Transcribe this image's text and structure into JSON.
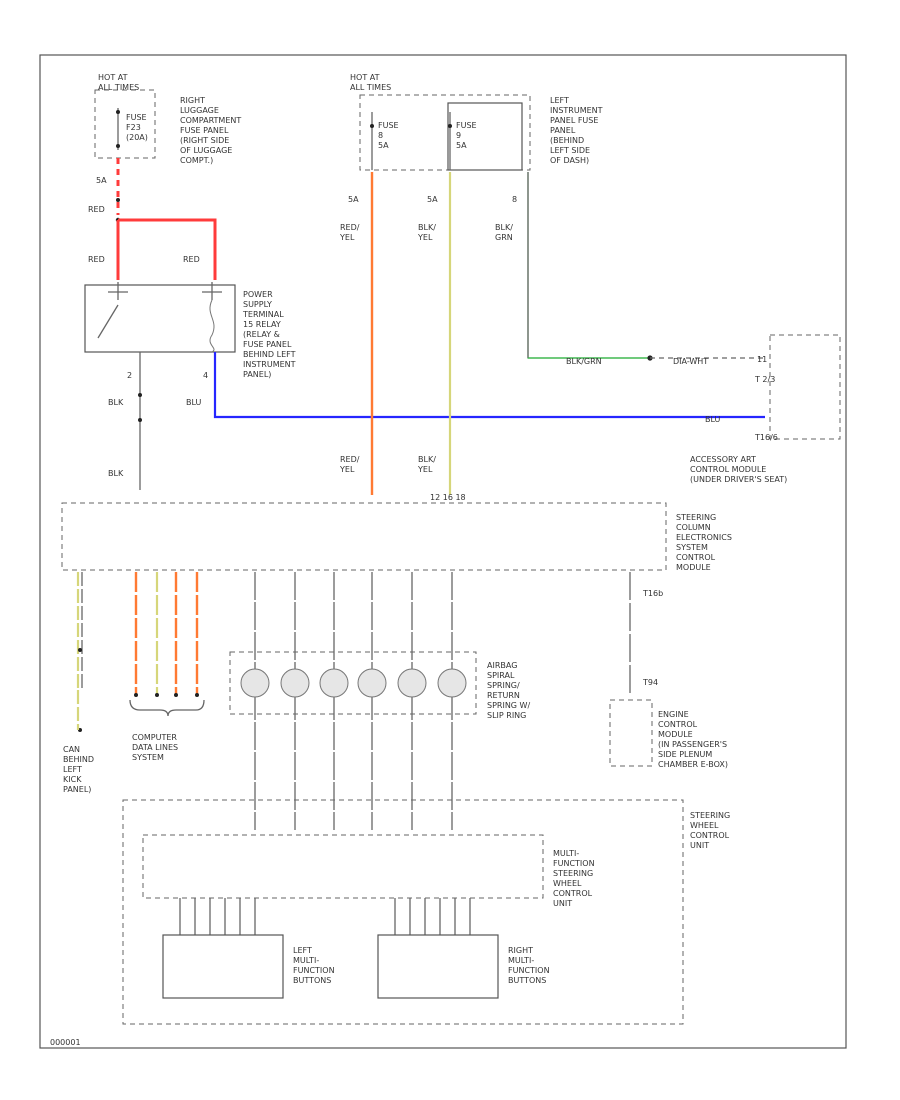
{
  "fuses": {
    "rear": {
      "hot_label": "HOT AT\nALL TIMES",
      "fuse_label": "FUSE\nF23\n(20A)",
      "amp": "5A",
      "location": "RIGHT\nLUGGAGE\nCOMPARTMENT\nFUSE PANEL\n(RIGHT SIDE\nOF LUGGAGE\nCOMPT.)"
    },
    "dash": {
      "hot_label": "HOT AT\nALL TIMES",
      "fuse1": "FUSE\n8\n5A",
      "fuse2": "FUSE\n9\n5A",
      "amp1": "5A",
      "amp2": "5A",
      "pin": "8",
      "location": "LEFT\nINSTRUMENT\nPANEL FUSE\nPANEL\n(BEHIND\nLEFT SIDE\nOF DASH)"
    }
  },
  "wires": {
    "red1": "RED",
    "red2": "RED",
    "red3": "RED",
    "red_yel_top": "RED/\nYEL",
    "blk_yel_top": "BLK/\nYEL",
    "blk_grn": "BLK/\nGRN",
    "blk_a": "BLK",
    "blk_b": "BLK",
    "blu": "BLU",
    "red_yel_bot": "RED/\nYEL",
    "blk_yel_bot": "BLK/\nYEL",
    "blk_grn_green": "BLK/GRN",
    "dia_wht": "DIA-WHT",
    "blu_right": "BLU",
    "pin2": "2",
    "pin4": "4"
  },
  "relay": {
    "label": "POWER\nSUPPLY\nTERMINAL\n15 RELAY\n(RELAY &\nFUSE PANEL\nBEHIND LEFT\nINSTRUMENT\nPANEL)"
  },
  "accessory": {
    "label": "ACCESSORY ART\nCONTROL MODULE\n(UNDER DRIVER'S SEAT)",
    "pin_t2": "T 2/3",
    "pin_t16": "T16/6",
    "pin_r": "11"
  },
  "steering_column": {
    "label": "STEERING\nCOLUMN\nELECTRONICS\nSYSTEM\nCONTROL\nMODULE",
    "conn": "T16b",
    "top_pins": "12  16 18"
  },
  "computer_data": {
    "label": "COMPUTER\nDATA LINES\nSYSTEM"
  },
  "can_label": {
    "label": "CAN\nBEHIND\nLEFT\nKICK\nPANEL)"
  },
  "airbag": {
    "label": "AIRBAG\nSPIRAL\nSPRING/\nRETURN\nSPRING W/\nSLIP RING"
  },
  "engine": {
    "label": "ENGINE\nCONTROL\nMODULE\n(IN PASSENGER'S\nSIDE PLENUM\nCHAMBER E-BOX)",
    "conn_top": "T16b",
    "conn_bot": "T94"
  },
  "steering_wheel": {
    "label": "STEERING\nWHEEL\nCONTROL\nUNIT"
  },
  "multi_function": {
    "label": "MULTI-\nFUNCTION\nSTEERING\nWHEEL\nCONTROL\nUNIT"
  },
  "left_buttons": {
    "label": "LEFT\nMULTI-\nFUNCTION\nBUTTONS"
  },
  "right_buttons": {
    "label": "RIGHT\nMULTI-\nFUNCTION\nBUTTONS"
  },
  "footer": {
    "code": "000001"
  },
  "colors": {
    "red": "#ff3b3b",
    "blue": "#2626ff",
    "orange": "#ff7a33",
    "yellow": "#d6d67a",
    "green": "#39b54a"
  }
}
